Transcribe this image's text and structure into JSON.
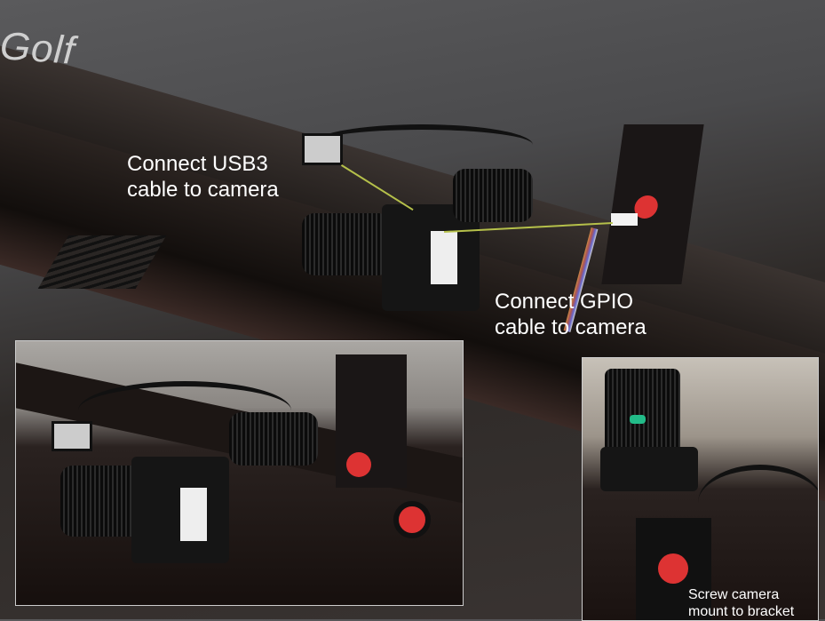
{
  "logo_text": "Golf",
  "annotations": {
    "usb3": [
      "Connect USB3",
      "cable to camera"
    ],
    "gpio": [
      "Connect GPIO",
      "cable to camera"
    ],
    "screw": [
      "Screw camera",
      "mount to bracket"
    ]
  },
  "colors": {
    "arrow": "#b5c04a",
    "label": "#ffffff"
  }
}
